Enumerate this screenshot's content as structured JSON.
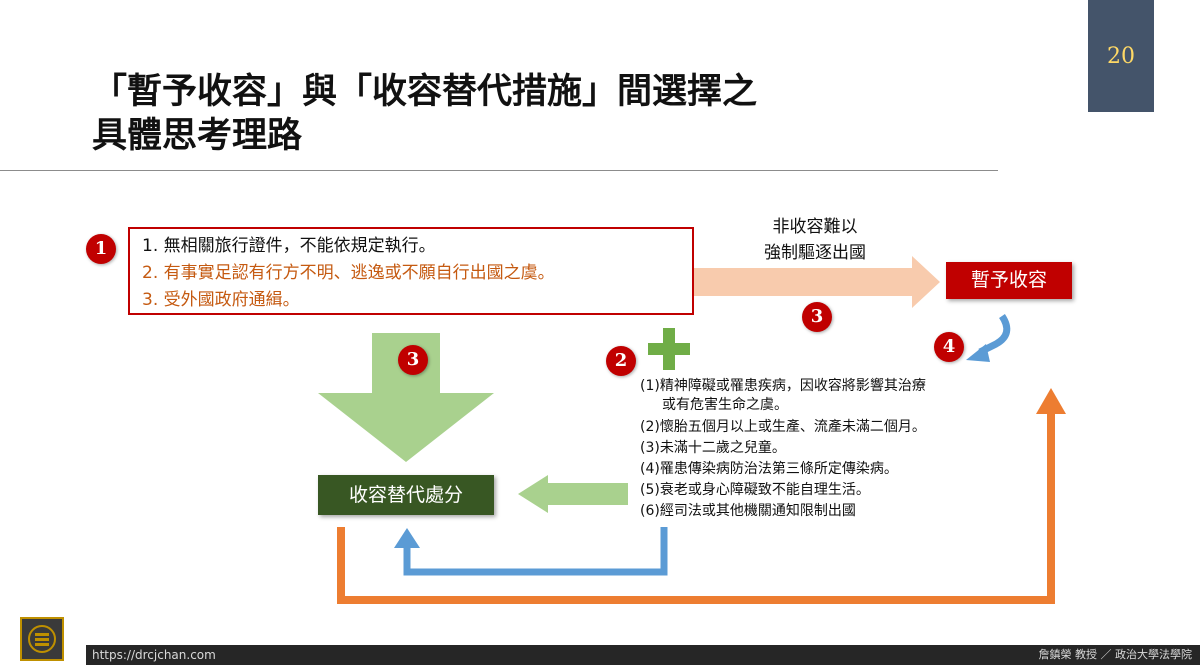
{
  "page_number": "20",
  "title": {
    "line1": "「暫予收容」與「收容替代措施」間選擇之",
    "line2": "具體思考理路"
  },
  "conditions": [
    "1. 無相關旅行證件，不能依規定執行。",
    "2. 有事實足認有行方不明、逃逸或不願自行出國之虞。",
    "3. 受外國政府通緝。"
  ],
  "non_detention_text": [
    "非收容難以",
    "強制驅逐出國"
  ],
  "detention_label": "暫予收容",
  "alternative_label": "收容替代處分",
  "badges": {
    "b1": "1",
    "b2": "2",
    "b3a": "3",
    "b3b": "3",
    "b4": "4"
  },
  "exceptions": [
    "(1)精神障礙或罹患疾病，因收容將影響其治療",
    "或有危害生命之虞。",
    "(2)懷胎五個月以上或生產、流產未滿二個月。",
    "(3)未滿十二歲之兒童。",
    "(4)罹患傳染病防治法第三條所定傳染病。",
    "(5)衰老或身心障礙致不能自理生活。",
    "(6)經司法或其他機關通知限制出國"
  ],
  "footer": {
    "url": "https://drcjchan.com",
    "author": "詹鎮榮 教授 ／ 政治大學法學院"
  },
  "colors": {
    "red": "#c00000",
    "orange_text": "#c55a11",
    "green_box": "#385723",
    "green_arrow": "#a9d18e",
    "plus_green": "#70ad47",
    "peach_arrow": "#f8cbad",
    "orange_line": "#ed7d31",
    "blue_line": "#5b9bd5",
    "slate": "#44546a",
    "gold": "#ffd966"
  }
}
